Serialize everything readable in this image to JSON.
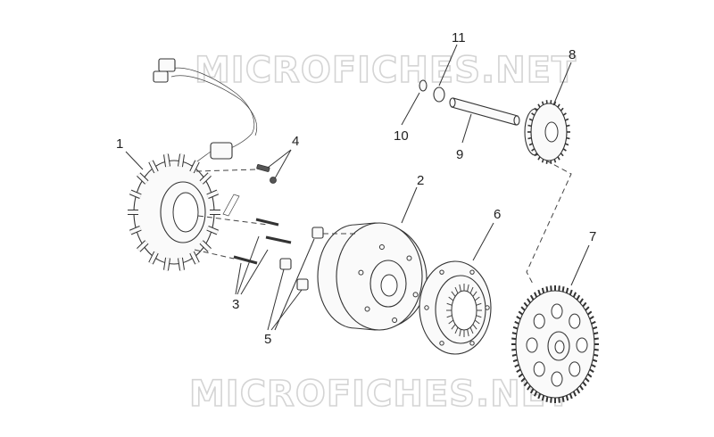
{
  "watermark": {
    "top": "MICROFICHES.NET",
    "bottom": "MICROFICHES.NET"
  },
  "callouts": [
    {
      "id": "1",
      "text": "1"
    },
    {
      "id": "2",
      "text": "2"
    },
    {
      "id": "3",
      "text": "3"
    },
    {
      "id": "4",
      "text": "4"
    },
    {
      "id": "5",
      "text": "5"
    },
    {
      "id": "6",
      "text": "6"
    },
    {
      "id": "7",
      "text": "7"
    },
    {
      "id": "8",
      "text": "8"
    },
    {
      "id": "9",
      "text": "9"
    },
    {
      "id": "10",
      "text": "10"
    },
    {
      "id": "11",
      "text": "11"
    }
  ]
}
